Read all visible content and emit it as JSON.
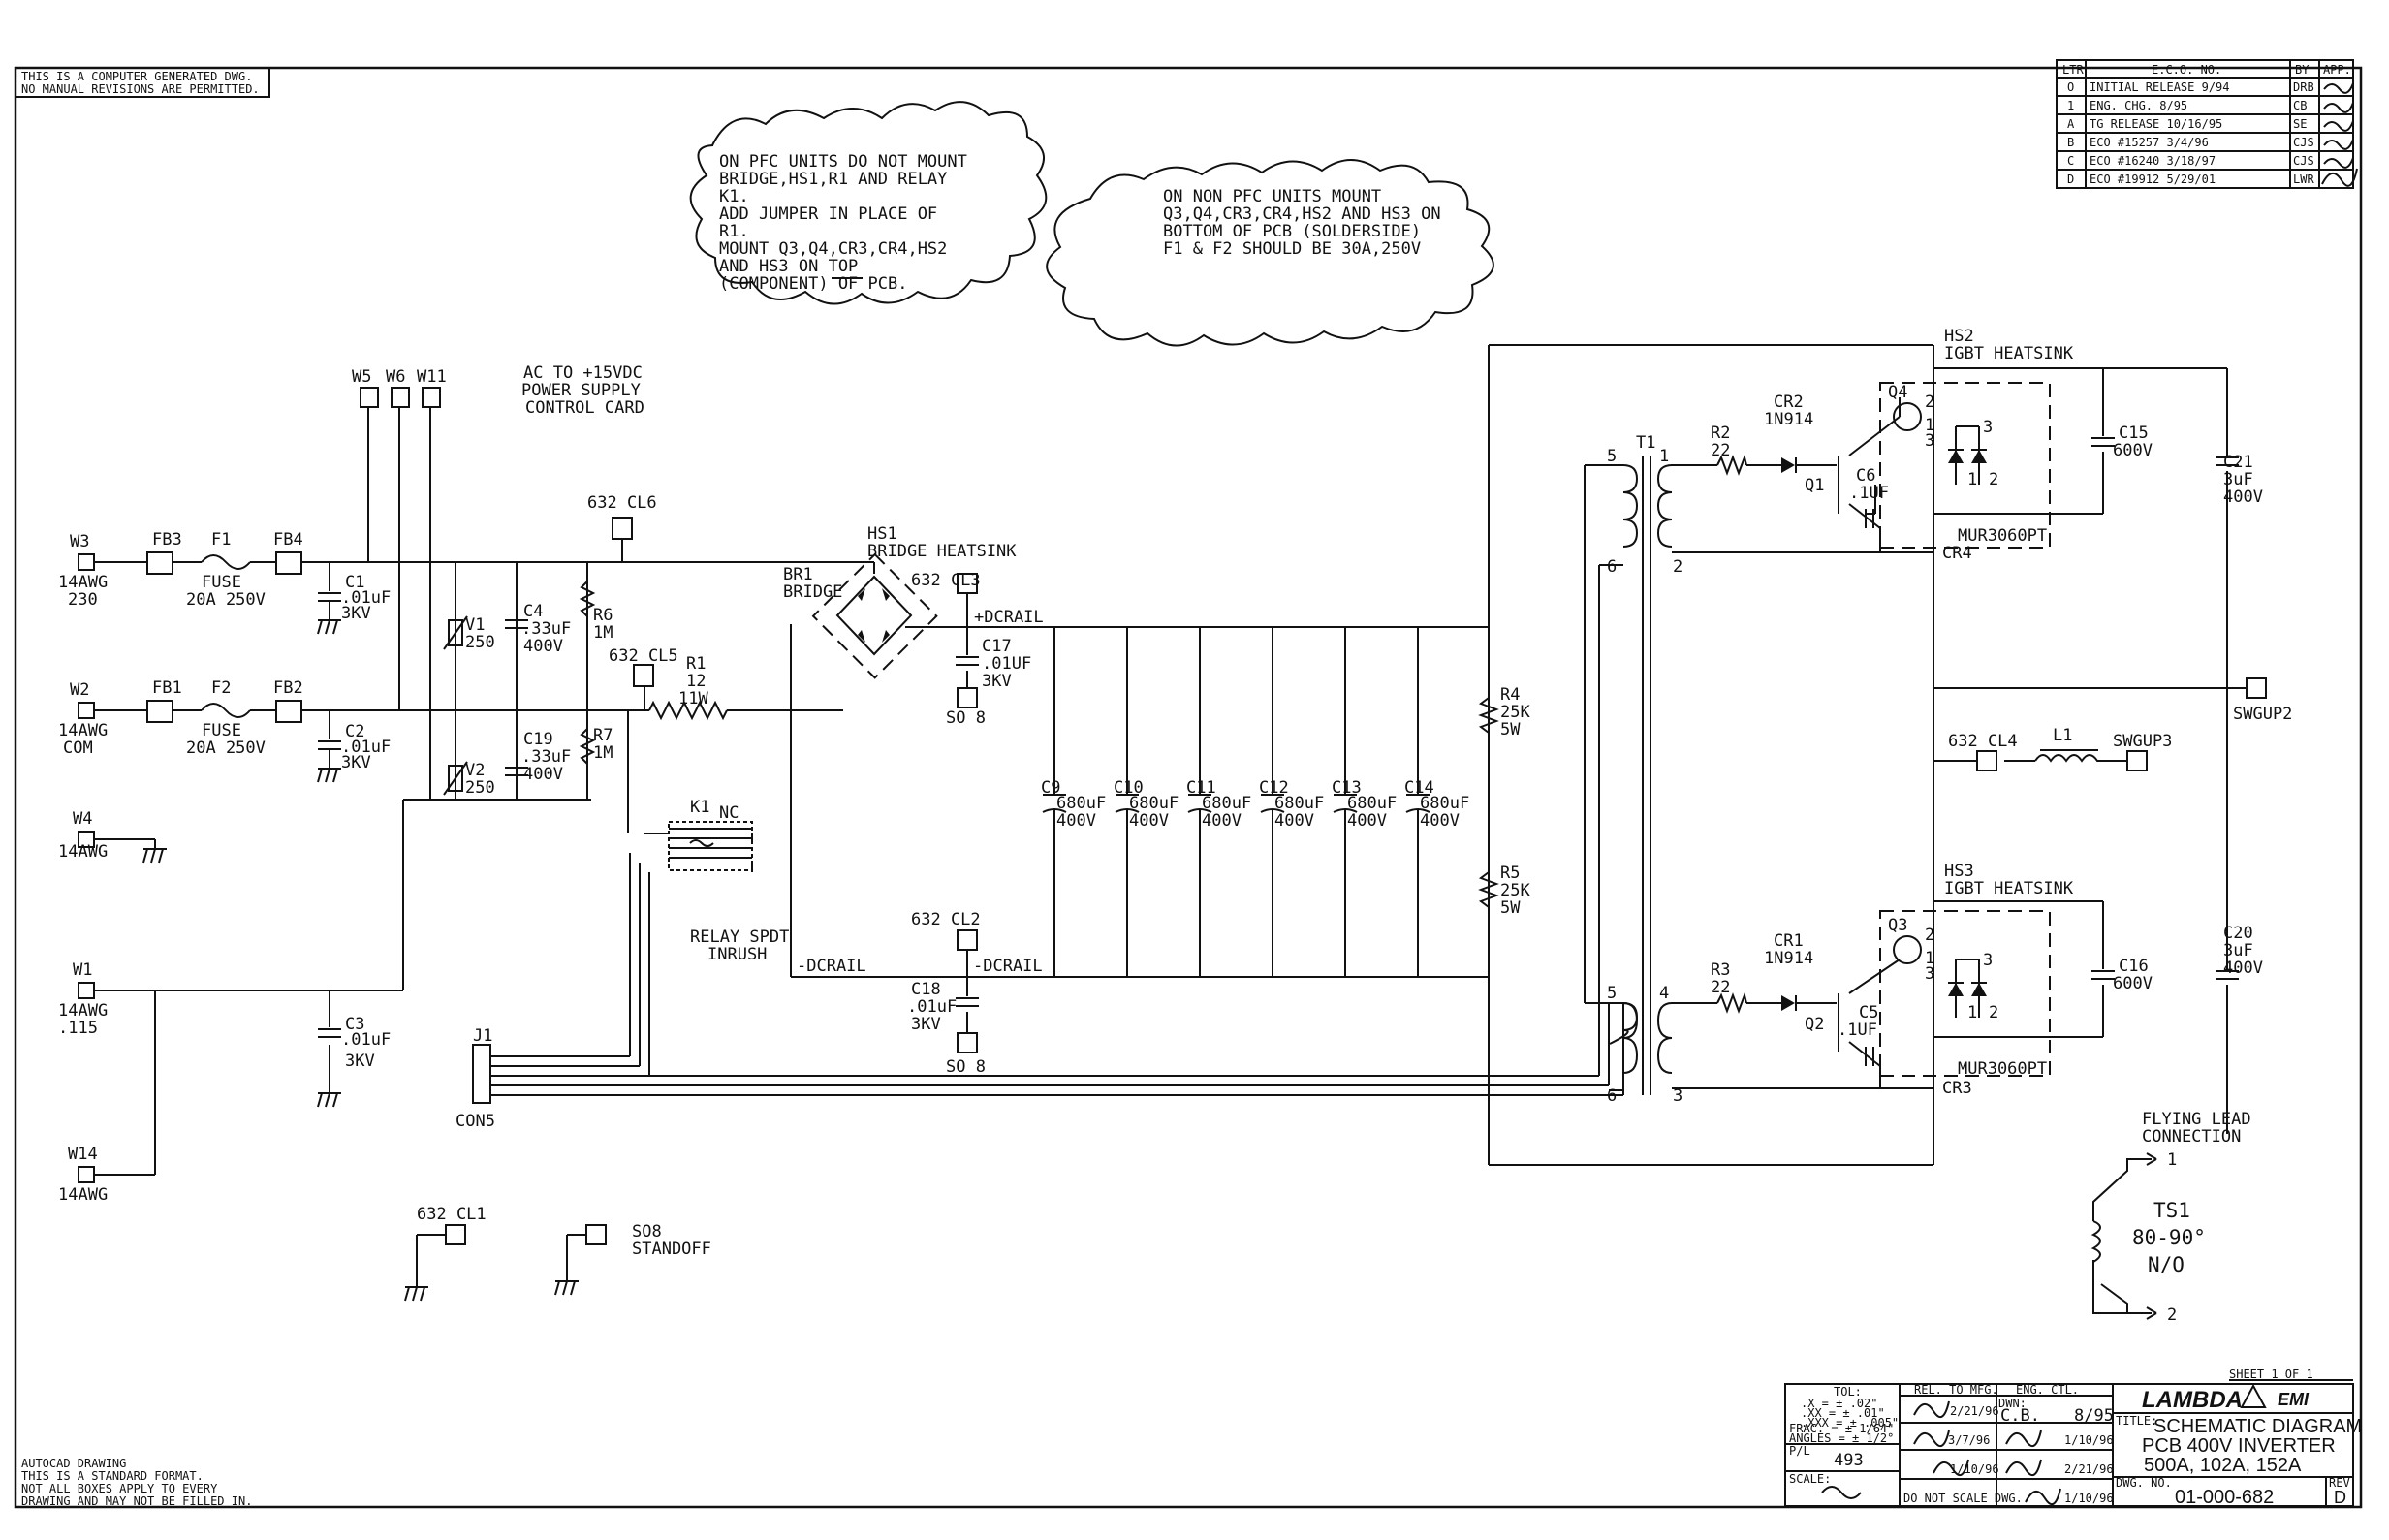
{
  "notices": {
    "top_left_1": "THIS IS A COMPUTER GENERATED DWG.",
    "top_left_2": "NO MANUAL REVISIONS ARE PERMITTED.",
    "bottom_left_1": "AUTOCAD DRAWING",
    "bottom_left_2": "THIS IS A STANDARD FORMAT.",
    "bottom_left_3": "NOT ALL BOXES APPLY TO EVERY",
    "bottom_left_4": "DRAWING AND MAY NOT BE FILLED IN."
  },
  "notes": {
    "pfc": [
      "ON PFC UNITS DO NOT MOUNT",
      "BRIDGE,HS1,R1 AND RELAY",
      "K1.",
      "ADD JUMPER IN PLACE OF",
      "R1.",
      "MOUNT Q3,Q4,CR3,CR4,HS2",
      "AND HS3 ON TOP",
      "(COMPONENT) OF PCB."
    ],
    "non_pfc": [
      "ON NON PFC UNITS MOUNT",
      "Q3,Q4,CR3,CR4,HS2 AND HS3 ON",
      "BOTTOM OF PCB (SOLDERSIDE)",
      "F1 & F2 SHOULD BE 30A,250V"
    ],
    "card_title": [
      "AC TO +15VDC",
      "POWER SUPPLY",
      "CONTROL CARD"
    ]
  },
  "revision_table": {
    "headers": [
      "LTR",
      "E.C.O. NO.",
      "BY",
      "APP."
    ],
    "rows": [
      [
        "O",
        "INITIAL RELEASE 9/94",
        "DRB",
        ""
      ],
      [
        "1",
        "ENG. CHG. 8/95",
        "CB",
        ""
      ],
      [
        "A",
        "TG RELEASE 10/16/95",
        "SE",
        ""
      ],
      [
        "B",
        "ECO #15257   3/4/96",
        "CJS",
        ""
      ],
      [
        "C",
        "ECO #16240   3/18/97",
        "CJS",
        ""
      ],
      [
        "D",
        "ECO #19912   5/29/01",
        "LWR",
        ""
      ]
    ]
  },
  "components": {
    "w3": "W3",
    "w3_wire": "14AWG",
    "w3_v": "230",
    "w2": "W2",
    "w2_wire": "14AWG",
    "w2_v": "COM",
    "w4": "W4",
    "w4_wire": "14AWG",
    "w1": "W1",
    "w1_wire": "14AWG",
    "w1_v": ".115",
    "w14": "W14",
    "w14_wire": "14AWG",
    "w5": "W5",
    "w6": "W6",
    "w11": "W11",
    "fb3": "FB3",
    "fb4": "FB4",
    "fb1": "FB1",
    "fb2": "FB2",
    "f1": "F1",
    "f1_t": "FUSE",
    "f1_v": "20A  250V",
    "f2": "F2",
    "f2_t": "FUSE",
    "f2_v": "20A  250V",
    "c1": "C1",
    "c1_v": ".01uF",
    "c1_k": "3KV",
    "c2": "C2",
    "c2_v": ".01uF",
    "c2_k": "3KV",
    "c3": "C3",
    "c3_v": ".01uF",
    "c3_k": "3KV",
    "v1": "V1",
    "v1_v": "250",
    "v2": "V2",
    "v2_v": "250",
    "c4": "C4",
    "c4_v": ".33uF",
    "c4_k": "400V",
    "c19": "C19",
    "c19_v": ".33uF",
    "c19_k": "400V",
    "r6": "R6",
    "r6_v": "1M",
    "r7": "R7",
    "r7_v": "1M",
    "cl6": "632  CL6",
    "cl5": "632  CL5",
    "cl3": "632  CL3",
    "cl2": "632  CL2",
    "cl4": "632  CL4",
    "cl1": "632  CL1",
    "r1": "R1",
    "r1_v": "12",
    "r1_w": "11W",
    "hs1": "HS1",
    "hs1_t": "BRIDGE HEATSINK",
    "br1": "BR1",
    "br1_t": "BRIDGE",
    "pdc": "+DCRAIL",
    "ndc1": "-DCRAIL",
    "ndc2": "-DCRAIL",
    "c17": "C17",
    "c17_v": ".01UF",
    "c17_k": "3KV",
    "c18": "C18",
    "c18_v": ".01uF",
    "c18_k": "3KV",
    "so8a": "SO 8",
    "so8b": "SO 8",
    "k1": "K1",
    "nc": "NC",
    "relay1": "RELAY SPDT",
    "relay2": "INRUSH",
    "j1": "J1",
    "con5": "CON5",
    "so8s": "SO8",
    "so8s_t": "STANDOFF",
    "caps": [
      {
        "n": "C9",
        "v": "680uF",
        "k": "400V"
      },
      {
        "n": "C10",
        "v": "680uF",
        "k": "400V"
      },
      {
        "n": "C11",
        "v": "680uF",
        "k": "400V"
      },
      {
        "n": "C12",
        "v": "680uF",
        "k": "400V"
      },
      {
        "n": "C13",
        "v": "680uF",
        "k": "400V"
      },
      {
        "n": "C14",
        "v": "680uF",
        "k": "400V"
      }
    ],
    "r4": "R4",
    "r4_v": "25K",
    "r4_w": "5W",
    "r5": "R5",
    "r5_v": "25K",
    "r5_w": "5W",
    "t1": "T1",
    "r2": "R2",
    "r2_v": "22",
    "r3": "R3",
    "r3_v": "22",
    "cr2": "CR2",
    "cr2_v": "1N914",
    "cr1": "CR1",
    "cr1_v": "1N914",
    "q1": "Q1",
    "q2": "Q2",
    "q3": "Q3",
    "q4": "Q4",
    "c6": "C6",
    "c6_v": ".1UF",
    "c5": "C5",
    "c5_v": ".1UF",
    "hs2": "HS2",
    "hs2_t": "IGBT HEATSINK",
    "hs3": "HS3",
    "hs3_t": "IGBT HEATSINK",
    "mur1": "MUR3060PT",
    "mur2": "MUR3060PT",
    "cr4": "CR4",
    "cr3": "CR3",
    "c15": "C15",
    "c15_v": "600V",
    "c16": "C16",
    "c16_v": "600V",
    "c21": "C21",
    "c21_v": "3uF",
    "c21_k": "400V",
    "c20": "C20",
    "c20_v": "3uF",
    "c20_k": "400V",
    "swgup2": "SWGUP2",
    "swgup3": "SWGUP3",
    "l1": "L1",
    "flying1": "FLYING LEAD",
    "flying2": "CONNECTION",
    "ts1": "TS1",
    "ts1_r": "80-90°",
    "ts1_n": "N/O"
  },
  "title_block": {
    "sheet": "SHEET 1 OF 1",
    "tol": "TOL:",
    "tol_x": ".X   = ± .02\"",
    "tol_xx": ".XX  = ± .01\"",
    "tol_xxx": ".XXX = ± .005\"",
    "tol_frac": "FRAC.  = ± 1/64\"",
    "tol_ang": "ANGLES = ± 1/2°",
    "pl": "P/L",
    "pl_v": "493",
    "scale": "SCALE:",
    "rel_mfg": "REL. TO MFG.",
    "eng_ctl": "ENG. CTL.",
    "date1": "2/21/96",
    "dwn": "DWN:",
    "dwn_v": "C.B.",
    "dwn_date": "8/95",
    "mfg_date": "3/7/96",
    "doc_date": "1/10/96",
    "chk_date": "2/21/96",
    "ck_date2": "1/10/96",
    "app_date": "1/10/96",
    "dont_scale": "DO NOT SCALE DWG.",
    "company": "LAMBDA",
    "division": "EMI",
    "title_label": "TITLE:",
    "title1": "SCHEMATIC DIAGRAM",
    "title2": "PCB 400V INVERTER",
    "title3": "500A, 102A, 152A",
    "dwg_no_label": "DWG. NO.",
    "dwg_no": "01-000-682",
    "rev_label": "REV.",
    "rev": "D"
  }
}
